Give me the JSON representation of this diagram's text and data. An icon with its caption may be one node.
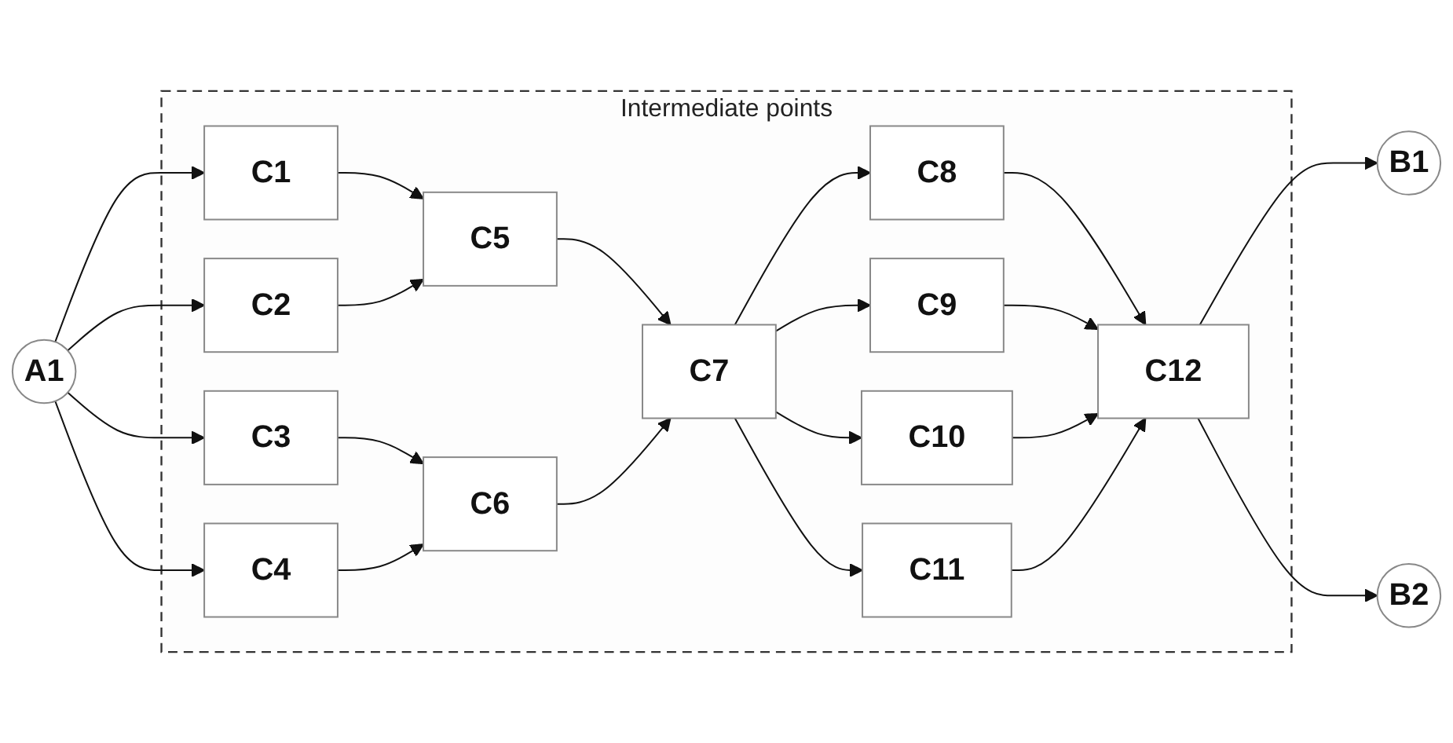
{
  "diagram": {
    "nodes": [
      {
        "text": [
          "Intermediate points"
        ]
      },
      {
        "text": [
          "A1"
        ]
      },
      {
        "text": [
          "C1"
        ],
        "in": 0
      },
      {
        "text": [
          "C2"
        ],
        "in": 0
      },
      {
        "text": [
          "C3"
        ],
        "in": 0
      },
      {
        "text": [
          "C4"
        ],
        "in": 0
      },
      {
        "text": [
          "C5"
        ],
        "in": 0
      },
      {
        "text": [
          "C6"
        ],
        "in": 0
      },
      {
        "text": [
          "C7"
        ],
        "in": 0
      },
      {
        "text": [
          "C8"
        ],
        "in": 0
      },
      {
        "text": [
          "C9"
        ],
        "in": 0
      },
      {
        "text": [
          "C10"
        ],
        "in": 0
      },
      {
        "text": [
          "C11"
        ],
        "in": 0
      },
      {
        "text": [
          "C12"
        ],
        "in": 0
      },
      {
        "text": [
          "B1"
        ]
      },
      {
        "text": [
          "B2"
        ]
      }
    ],
    "edges": [
      {
        "from": 1,
        "to": 2,
        "arrow": "to"
      },
      {
        "from": 1,
        "to": 3,
        "arrow": "to"
      },
      {
        "from": 1,
        "to": 4,
        "arrow": "to"
      },
      {
        "from": 1,
        "to": 5,
        "arrow": "to"
      },
      {
        "from": 2,
        "to": 6,
        "arrow": "to"
      },
      {
        "from": 3,
        "to": 6,
        "arrow": "to"
      },
      {
        "from": 4,
        "to": 7,
        "arrow": "to"
      },
      {
        "from": 5,
        "to": 7,
        "arrow": "to"
      },
      {
        "from": 6,
        "to": 8,
        "arrow": "to"
      },
      {
        "from": 7,
        "to": 8,
        "arrow": "to"
      },
      {
        "from": 8,
        "to": 9,
        "arrow": "to"
      },
      {
        "from": 8,
        "to": 10,
        "arrow": "to"
      },
      {
        "from": 8,
        "to": 11,
        "arrow": "to"
      },
      {
        "from": 8,
        "to": 12,
        "arrow": "to"
      },
      {
        "from": 9,
        "to": 13,
        "arrow": "to"
      },
      {
        "from": 10,
        "to": 13,
        "arrow": "to"
      },
      {
        "from": 11,
        "to": 13,
        "arrow": "to"
      },
      {
        "from": 12,
        "to": 13,
        "arrow": "to"
      },
      {
        "from": 13,
        "to": 14,
        "arrow": "to"
      },
      {
        "from": 13,
        "to": 15,
        "arrow": "to"
      }
    ]
  }
}
